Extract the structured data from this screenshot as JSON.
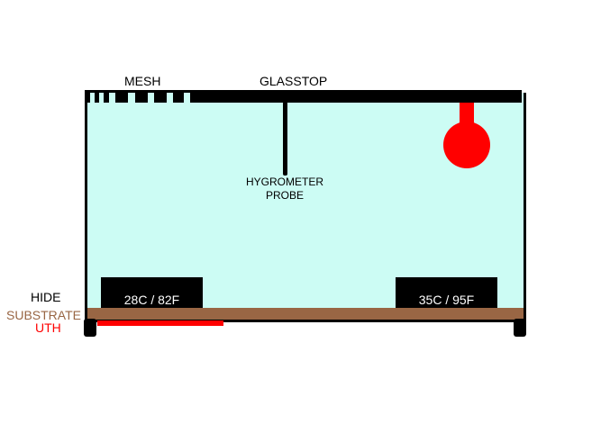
{
  "labels": {
    "mesh": "MESH",
    "glasstop": "GLASSTOP",
    "hygrometer_line1": "HYGROMETER",
    "hygrometer_line2": "PROBE",
    "hide": "HIDE",
    "substrate": "SUBSTRATE",
    "uth": "UTH"
  },
  "hides": {
    "left_temp": "28C / 82F",
    "right_temp": "35C / 95F"
  },
  "colors": {
    "background": "#ccfcf4",
    "heat": "#ff0000",
    "substrate": "#996644"
  }
}
